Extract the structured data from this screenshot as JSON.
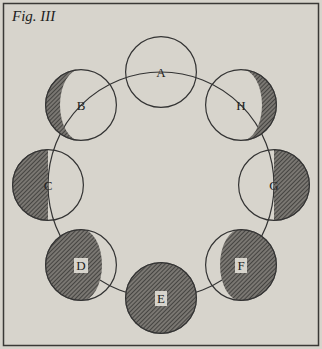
{
  "diagram": {
    "title": "Fig. III",
    "nodes": [
      {
        "text": [
          "A"
        ]
      },
      {
        "text": [
          "B"
        ]
      },
      {
        "text": [
          "C"
        ]
      },
      {
        "text": [
          "D"
        ]
      },
      {
        "text": [
          "E"
        ]
      },
      {
        "text": [
          "F"
        ]
      },
      {
        "text": [
          "G"
        ]
      },
      {
        "text": [
          "H"
        ]
      }
    ]
  }
}
